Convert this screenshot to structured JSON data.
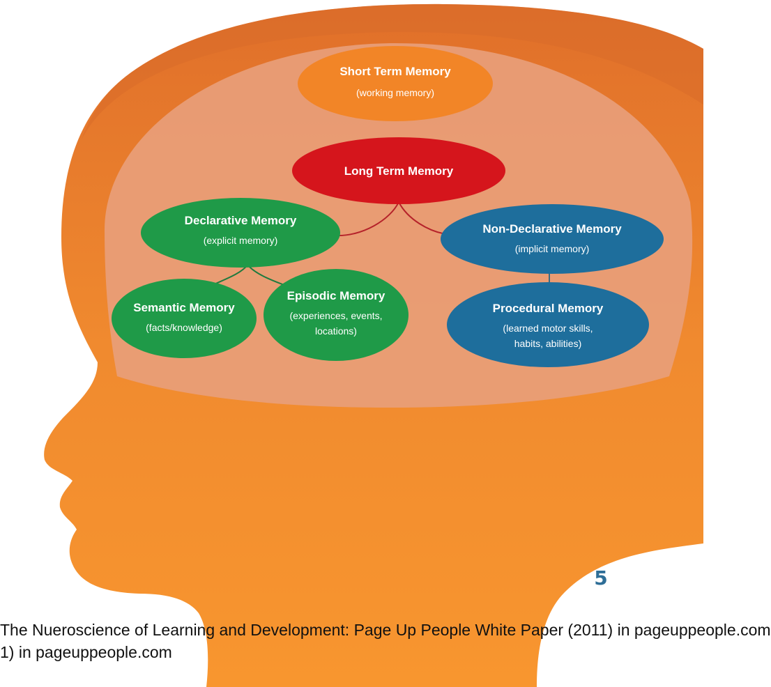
{
  "colors": {
    "head": "#f28a2e",
    "head_edge": "#d9702c",
    "brain": "#e8a07a",
    "short_term": "#f28527",
    "long_term": "#d5151c",
    "declarative": "#1f9a48",
    "non_declarative": "#1e6e9c",
    "connector_red": "#b5222a",
    "connector_green": "#1f7a3e",
    "connector_blue": "#3d6a80",
    "page_number": "#2e6e97"
  },
  "nodes": {
    "short_term": {
      "title": "Short Term Memory",
      "sub": "(working memory)"
    },
    "long_term": {
      "title": "Long Term Memory"
    },
    "declarative": {
      "title": "Declarative Memory",
      "sub": "(explicit memory)"
    },
    "non_declarative": {
      "title": "Non-Declarative Memory",
      "sub": "(implicit memory)"
    },
    "semantic": {
      "title": "Semantic Memory",
      "sub": "(facts/knowledge)"
    },
    "episodic": {
      "title": "Episodic Memory",
      "sub1": "(experiences, events,",
      "sub2": "locations)"
    },
    "procedural": {
      "title": "Procedural Memory",
      "sub1": "(learned motor skills,",
      "sub2": "habits, abilities)"
    }
  },
  "page_number": "5",
  "caption": {
    "line1": "The Nueroscience of  Learning and Development: Page Up People White Paper (2011) in pageuppeople.com",
    "line2": "1) in pageuppeople.com"
  }
}
